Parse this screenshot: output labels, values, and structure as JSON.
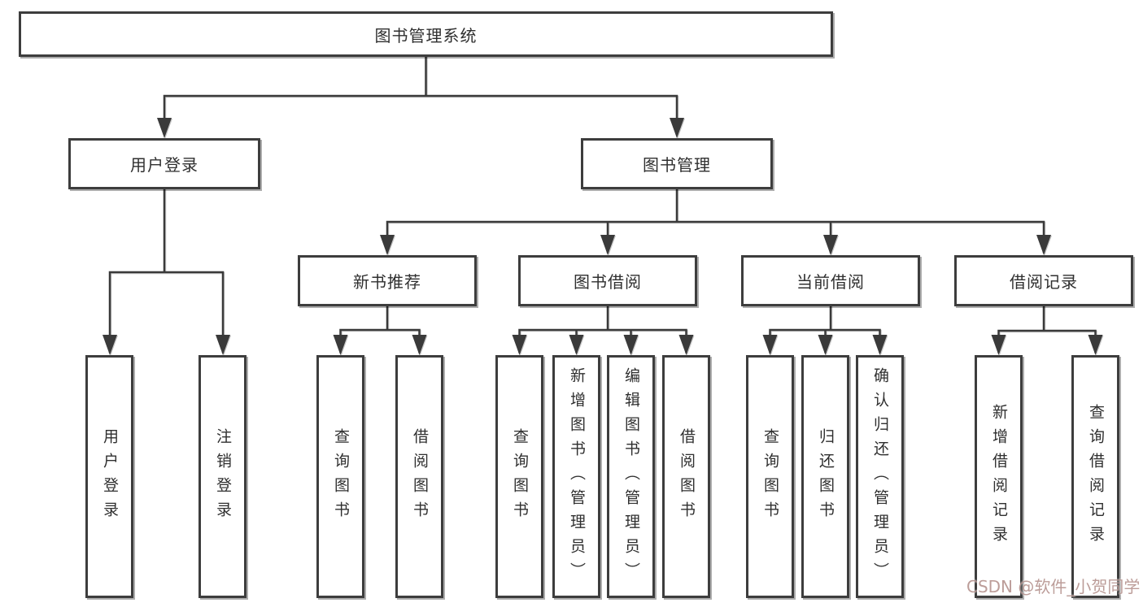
{
  "tree": {
    "root": "图书管理系统",
    "branches": [
      {
        "label": "用户登录",
        "children": [
          "用户登录",
          "注销登录"
        ]
      },
      {
        "label": "图书管理",
        "groups": [
          {
            "label": "新书推荐",
            "children": [
              "查询图书",
              "借阅图书"
            ]
          },
          {
            "label": "图书借阅",
            "children": [
              "查询图书",
              "新增图书（管理员）",
              "编辑图书（管理员）",
              "借阅图书"
            ]
          },
          {
            "label": "当前借阅",
            "children": [
              "查询图书",
              "归还图书",
              "确认归还（管理员）"
            ]
          },
          {
            "label": "借阅记录",
            "children": [
              "新增借阅记录",
              "查询借阅记录"
            ]
          }
        ]
      }
    ]
  },
  "watermark": {
    "text": "CSDN @软件_小贺同学"
  },
  "colors": {
    "line": "#3a3a3a",
    "box_border": "#3d3d3d",
    "text": "#2f2f2f",
    "background": "#ffffff",
    "watermark": "#b08c87"
  }
}
